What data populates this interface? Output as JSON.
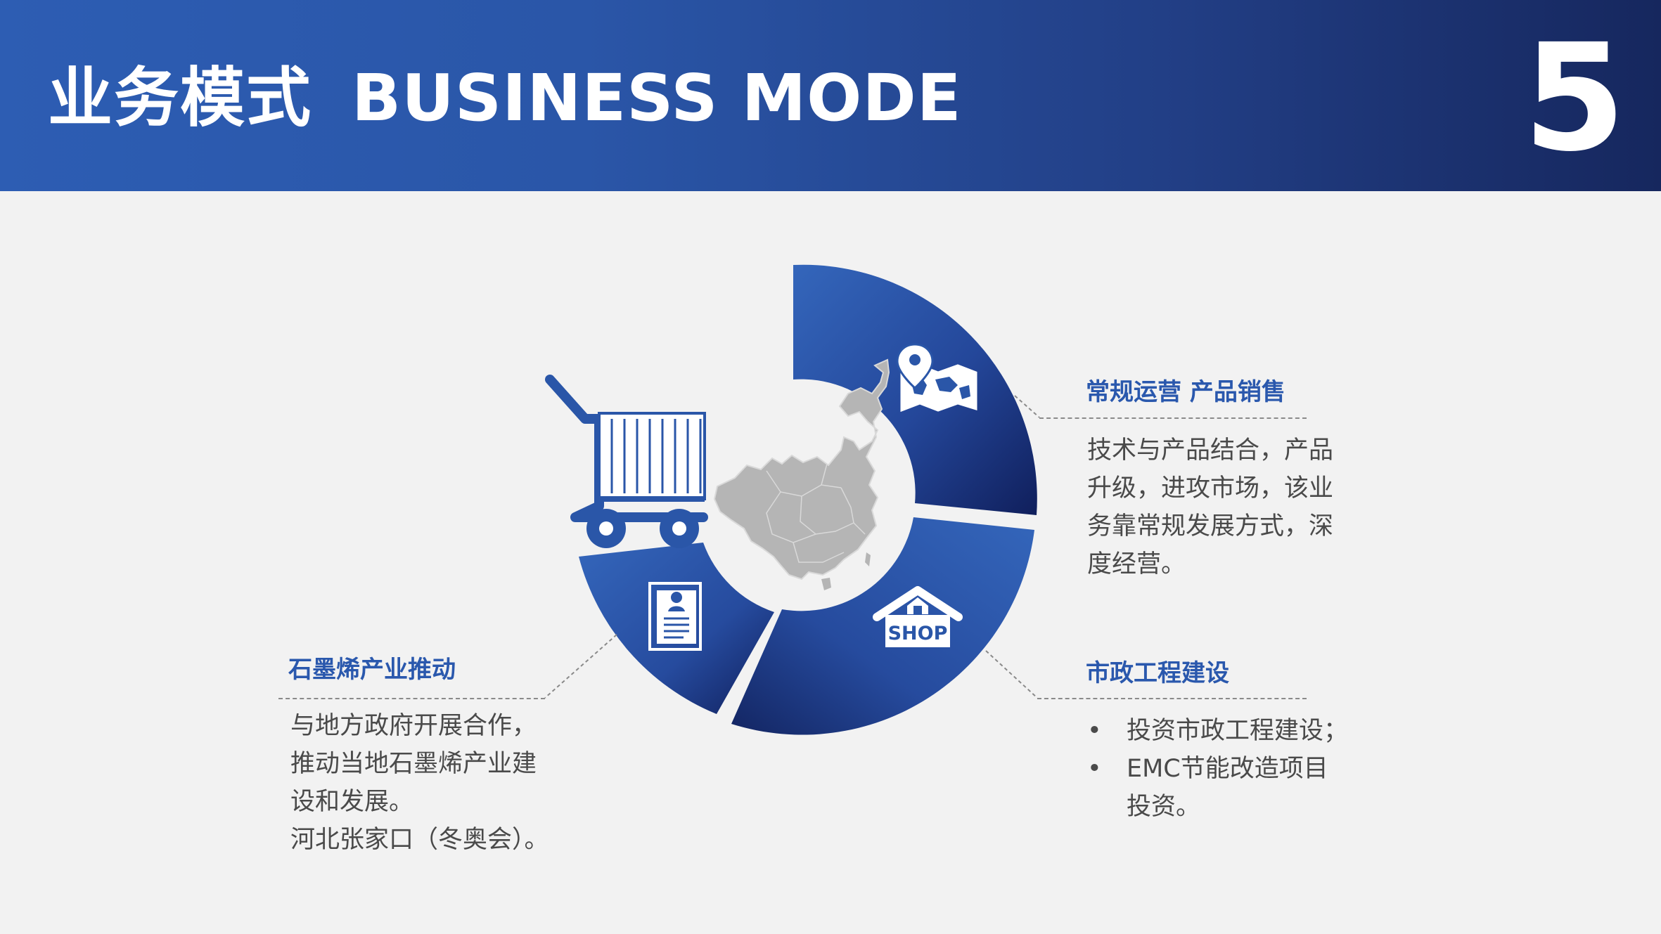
{
  "header": {
    "title_cn": "业务模式",
    "title_en": "BUSINESS MODE",
    "page_number": "5"
  },
  "colors": {
    "header_start": "#2d5db3",
    "header_end": "#16275e",
    "ring_light": "#3263b8",
    "ring_dark": "#101f5c",
    "accent_text": "#2a58ad",
    "map_gray": "#b5b5b5"
  },
  "ring": {
    "icons": [
      "map-pin-icon",
      "shop-icon",
      "resume-document-icon"
    ],
    "shop_label": "SHOP"
  },
  "decor": {
    "cart_icon": "shopping-cart-icon",
    "map_icon": "china-map-icon"
  },
  "blocks": {
    "regular": {
      "title": "常规运营 产品销售",
      "lines": [
        "技术与产品结合，产品",
        "升级，进攻市场，该业",
        "务靠常规发展方式，深",
        "度经营。"
      ]
    },
    "municipal": {
      "title": "市政工程建设",
      "bullets": [
        "投资市政工程建设；",
        "EMC节能改造项目",
        "投资。"
      ]
    },
    "graphene": {
      "title": "石墨烯产业推动",
      "lines": [
        "与地方政府开展合作，",
        "推动当地石墨烯产业建",
        "设和发展。",
        "河北张家口（冬奥会）。"
      ]
    }
  }
}
